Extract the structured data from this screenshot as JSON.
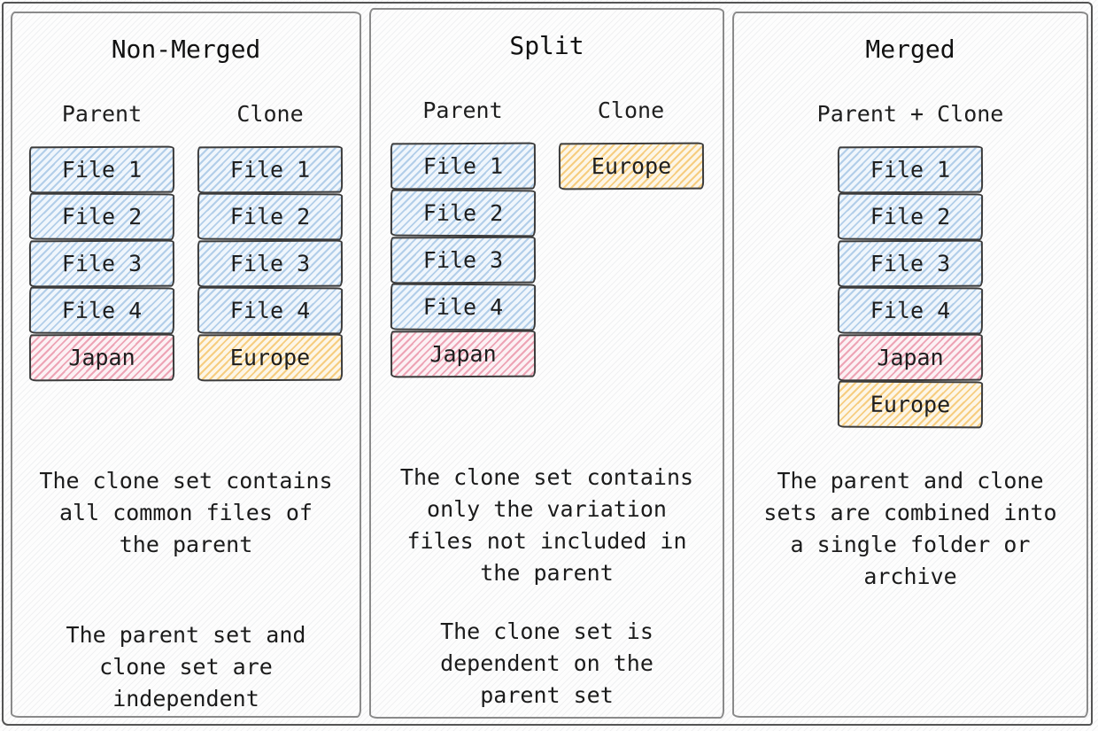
{
  "colors": {
    "file_hatch_blue": "#89b4dc",
    "japan_hatch_pink": "#e16482",
    "europe_hatch_orange": "#f2b23c",
    "box_border": "#3b3b3b",
    "panel_border": "#8a8a8a",
    "background_hatch": "#d9dbe0"
  },
  "panels": [
    {
      "title": "Non-Merged",
      "stacks": [
        {
          "label": "Parent",
          "boxes": [
            "File 1",
            "File 2",
            "File 3",
            "File 4",
            "Japan"
          ]
        },
        {
          "label": "Clone",
          "boxes": [
            "File 1",
            "File 2",
            "File 3",
            "File 4",
            "Europe"
          ]
        }
      ],
      "notes": [
        "The clone set contains\nall common files of\nthe parent",
        "The parent set and\nclone set are\nindependent"
      ]
    },
    {
      "title": "Split",
      "stacks": [
        {
          "label": "Parent",
          "boxes": [
            "File 1",
            "File 2",
            "File 3",
            "File 4",
            "Japan"
          ]
        },
        {
          "label": "Clone",
          "boxes": [
            "Europe"
          ]
        }
      ],
      "notes": [
        "The clone set contains\nonly the variation\nfiles not included in\nthe parent",
        "The clone set is\ndependent on the\nparent set"
      ]
    },
    {
      "title": "Merged",
      "stacks": [
        {
          "label": "Parent + Clone",
          "boxes": [
            "File 1",
            "File 2",
            "File 3",
            "File 4",
            "Japan",
            "Europe"
          ]
        }
      ],
      "notes": [
        "The parent and clone\nsets are combined into\na single folder or\narchive"
      ]
    }
  ]
}
